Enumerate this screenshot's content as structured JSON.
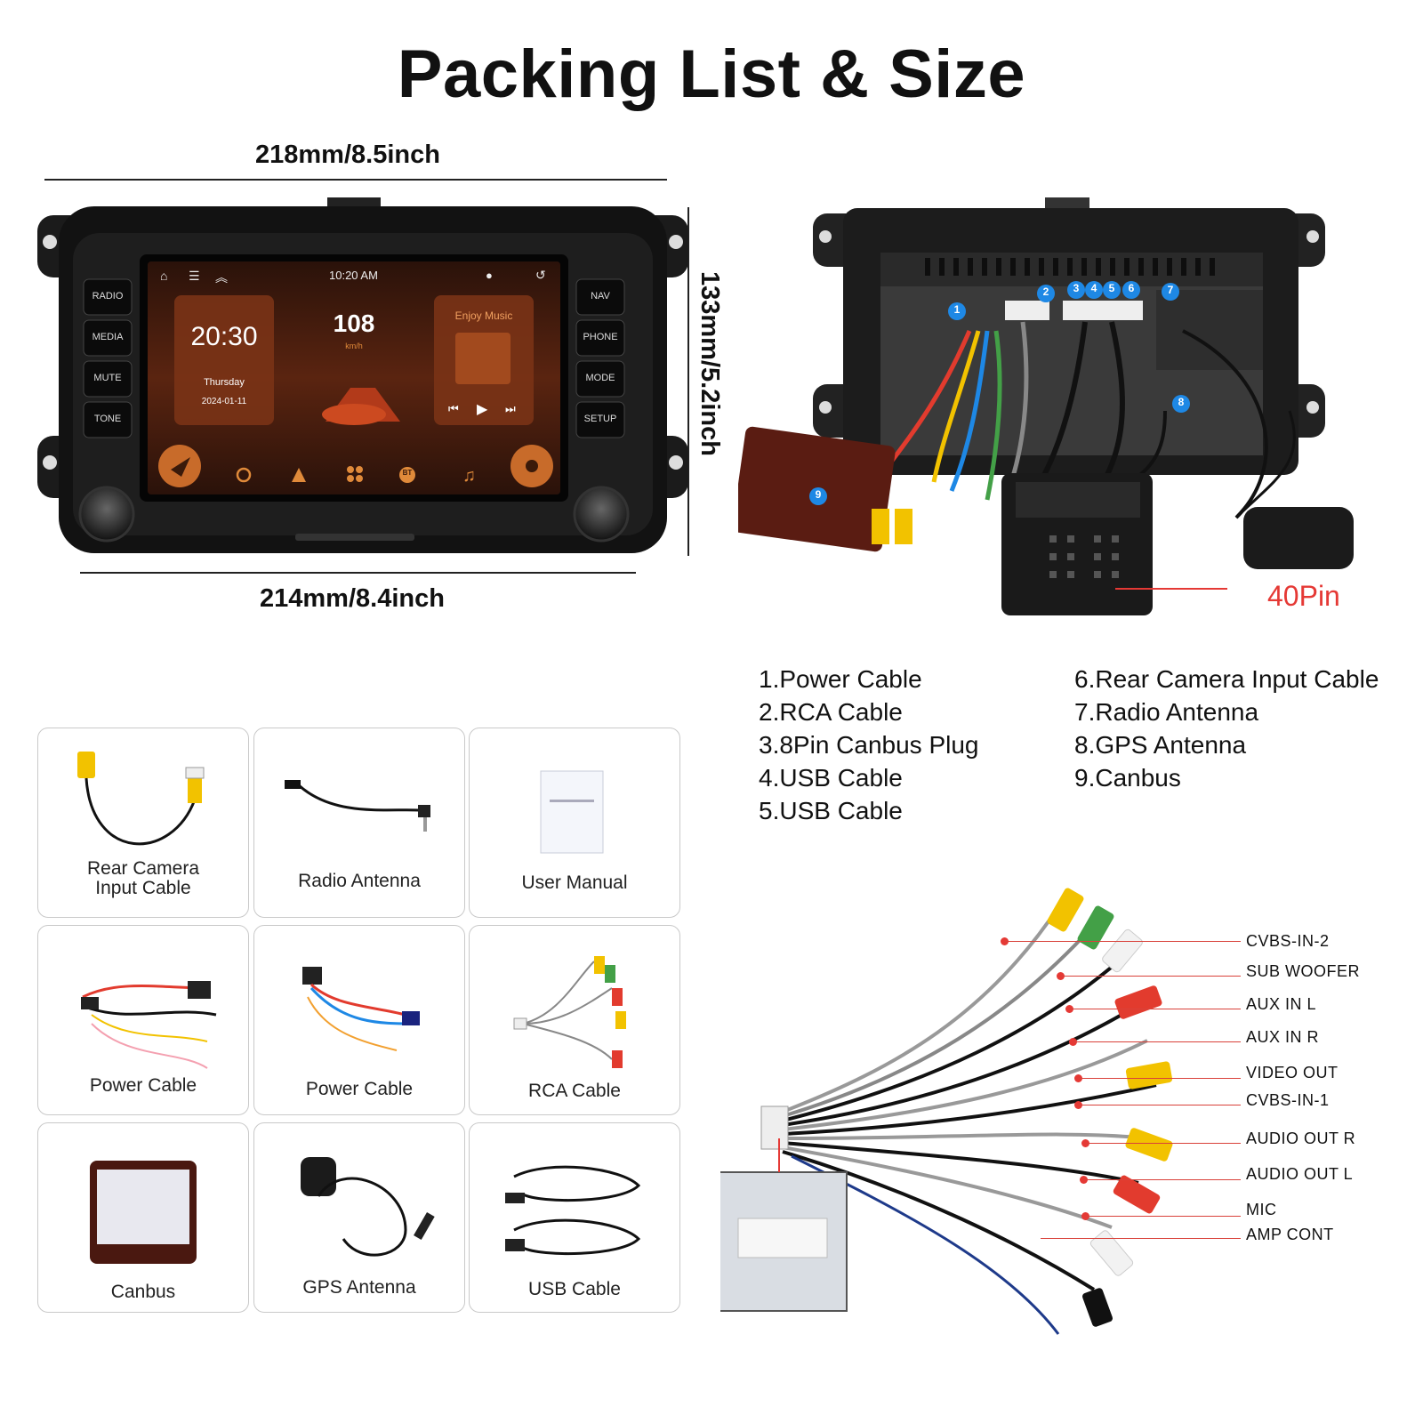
{
  "title": "Packing List & Size",
  "dimensions": {
    "top_width": "218mm/8.5inch",
    "bottom_width": "214mm/8.4inch",
    "height": "133mm/5.2inch"
  },
  "head_unit": {
    "left_buttons": [
      "RADIO",
      "MEDIA",
      "MUTE",
      "TONE"
    ],
    "right_buttons": [
      "NAV",
      "PHONE",
      "MODE",
      "SETUP"
    ],
    "status_time": "10:20 AM",
    "clock": "20:30",
    "day": "Thursday",
    "date": "2024-01-11",
    "speed": "108",
    "speed_unit": "km/h",
    "music_title": "Enjoy Music",
    "bt_label": "BT"
  },
  "back_panel": {
    "markers": [
      "1",
      "2",
      "3",
      "4",
      "5",
      "6",
      "7",
      "8",
      "9"
    ],
    "connector_label": "40Pin"
  },
  "parts_list_left": [
    "1.Power Cable",
    "2.RCA Cable",
    "3.8Pin Canbus Plug",
    "4.USB Cable",
    "5.USB Cable"
  ],
  "parts_list_right": [
    "6.Rear Camera Input Cable",
    "7.Radio Antenna",
    "8.GPS Antenna",
    "9.Canbus"
  ],
  "items": [
    {
      "line1": "Rear Camera",
      "line2": "Input Cable"
    },
    {
      "line1": "Radio Antenna",
      "line2": ""
    },
    {
      "line1": "User Manual",
      "line2": ""
    },
    {
      "line1": "Power Cable",
      "line2": ""
    },
    {
      "line1": "Power Cable",
      "line2": ""
    },
    {
      "line1": "RCA Cable",
      "line2": ""
    },
    {
      "line1": "Canbus",
      "line2": ""
    },
    {
      "line1": "GPS Antenna",
      "line2": ""
    },
    {
      "line1": "USB Cable",
      "line2": ""
    }
  ],
  "rca_labels": [
    "CVBS-IN-2",
    "SUB WOOFER",
    "AUX IN L",
    "AUX IN R",
    "VIDEO OUT",
    "CVBS-IN-1",
    "AUDIO OUT R",
    "AUDIO OUT L",
    "MIC",
    "AMP CONT"
  ],
  "colors": {
    "accent_red": "#e53935",
    "screen_orange": "#d9742b"
  }
}
